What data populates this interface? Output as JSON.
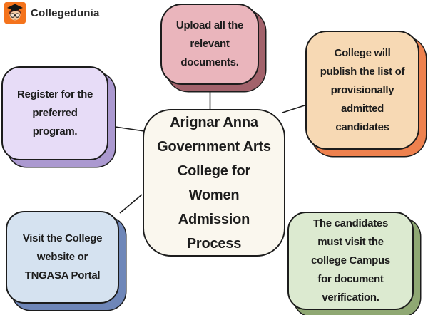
{
  "colors": {
    "background": "#ffffff",
    "text": "#1c1c1c",
    "line": "#1c1c1c"
  },
  "brand": {
    "name": "Collegedunia",
    "logo_icon": "collegedunia-mascot-icon",
    "logo_bg": "#f4731c"
  },
  "center_node": {
    "text": "Arignar Anna\nGovernment Arts\nCollege for\nWomen\nAdmission\nProcess",
    "colors": {
      "bg": "#faf7ee"
    }
  },
  "steps": [
    {
      "name": "visit-website",
      "text": "Visit the College\nwebsite or\nTNGASA Portal",
      "colors": {
        "bg": "#d5e2f0",
        "shadow": "#6e86b8"
      }
    },
    {
      "name": "register-program",
      "text": "Register for the\npreferred\nprogram.",
      "colors": {
        "bg": "#e7dcf7",
        "shadow": "#ab99d0"
      }
    },
    {
      "name": "upload-documents",
      "text": "Upload all the\nrelevant\ndocuments.",
      "colors": {
        "bg": "#eab5bc",
        "shadow": "#a2626b"
      }
    },
    {
      "name": "publish-admitted-list",
      "text": "College will\npublish the list of\nprovisionally\nadmitted\ncandidates",
      "colors": {
        "bg": "#f7d9b4",
        "shadow": "#ee814e"
      }
    },
    {
      "name": "campus-verification",
      "text": "The candidates\nmust visit the\ncollege Campus\nfor document\nverification.",
      "colors": {
        "bg": "#dcead0",
        "shadow": "#8fa873"
      }
    }
  ]
}
